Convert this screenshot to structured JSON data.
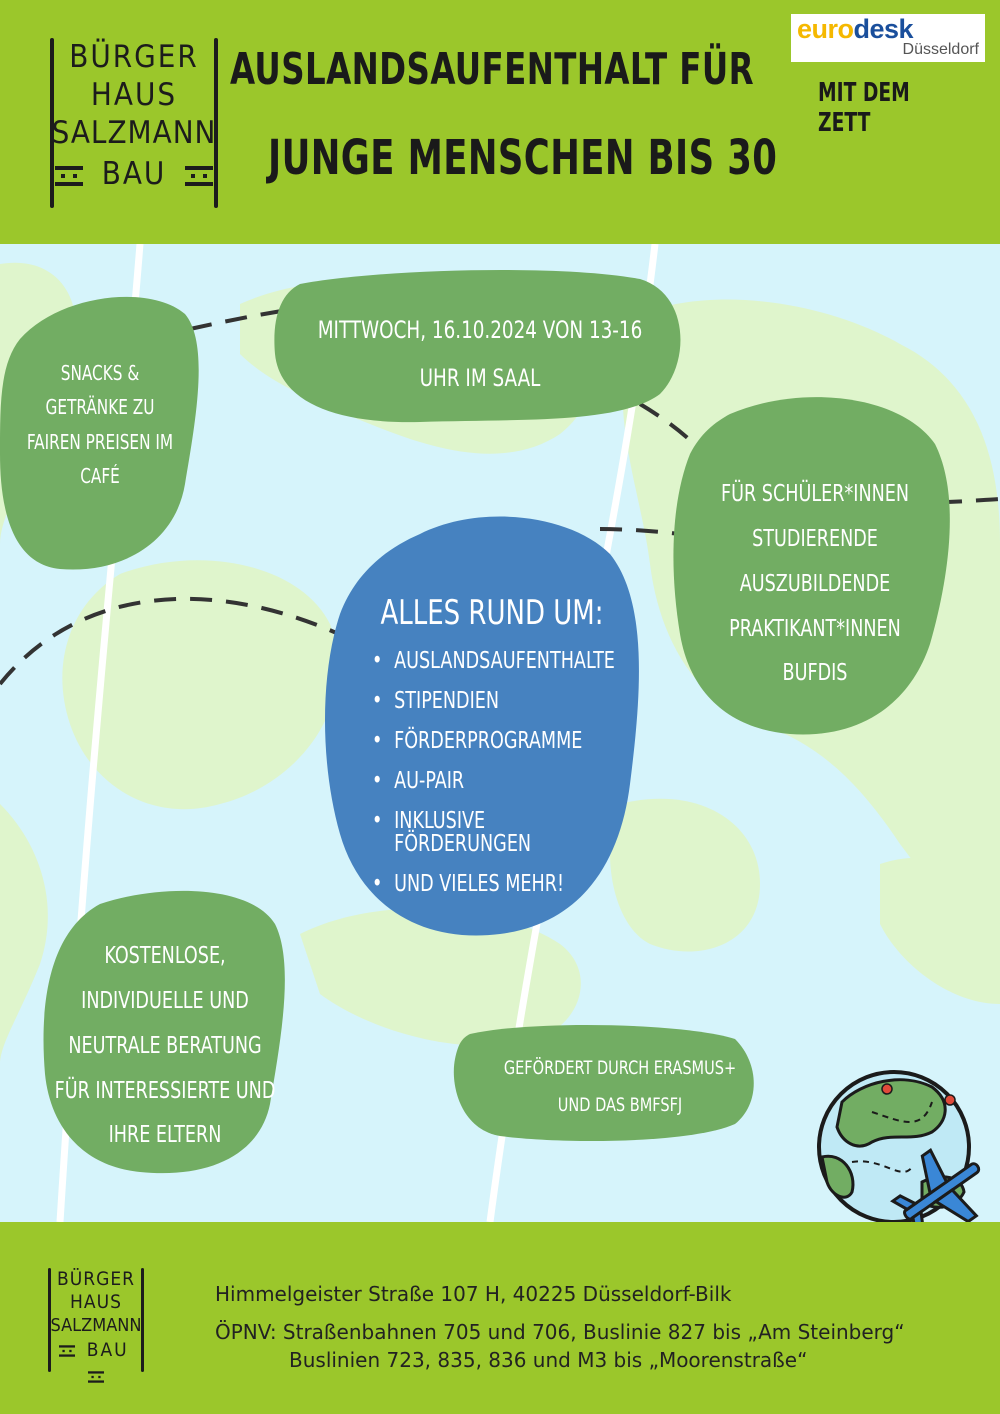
{
  "header": {
    "logo_lines": [
      "BÜRGER",
      "HAUS",
      "SALZMANN",
      "BAU"
    ],
    "title_line1": "AUSLANDSAUFENTHALT FÜR",
    "title_line2": "JUNGE MENSCHEN BIS 30",
    "partner": {
      "brand_part1": "euro",
      "brand_part2": "desk",
      "city": "Düsseldorf"
    },
    "partner_note": "MIT DEM ZETT"
  },
  "date_bubble": [
    "MITTWOCH, 16.10.2024 VON 13-16",
    "UHR IM SAAL"
  ],
  "snacks_bubble": [
    "SNACKS &",
    "GETRÄNKE ZU",
    "FAIREN PREISEN IM",
    "CAFÉ"
  ],
  "audience_bubble": [
    "FÜR SCHÜLER*INNEN",
    "STUDIERENDE",
    "AUSZUBILDENDE",
    "PRAKTIKANT*INNEN",
    "BUFDIS"
  ],
  "topics": {
    "heading": "ALLES RUND UM:",
    "items": [
      "AUSLANDSAUFENTHALTE",
      "STIPENDIEN",
      "FÖRDERPROGRAMME",
      "AU-PAIR",
      "INKLUSIVE FÖRDERUNGEN",
      "UND VIELES MEHR!"
    ]
  },
  "advice_bubble": [
    "KOSTENLOSE,",
    "INDIVIDUELLE UND",
    "NEUTRALE BERATUNG",
    "FÜR INTERESSIERTE UND",
    "IHRE ELTERN"
  ],
  "funding_bubble": [
    "GEFÖRDERT DURCH ERASMUS+",
    "UND DAS BMFSFJ"
  ],
  "footer": {
    "logo_lines": [
      "BÜRGER",
      "HAUS",
      "SALZMANN",
      "BAU"
    ],
    "address": "Himmelgeister Straße 107 H, 40225 Düsseldorf-Bilk",
    "transit_line1": "ÖPNV: Straßenbahnen 705 und 706, Buslinie 827 bis „Am Steinberg“",
    "transit_line2": "Buslinien 723, 835, 836 und M3 bis „Moorenstraße“"
  },
  "icons": [
    "globe-icon",
    "airplane-icon"
  ],
  "colors": {
    "lime": "#9bc72b",
    "sea": "#d6f4fb",
    "land": "#dff5cc",
    "bubble_green": "#72ad63",
    "bubble_blue": "#4682c0",
    "text_dark": "#1a1a1a"
  }
}
